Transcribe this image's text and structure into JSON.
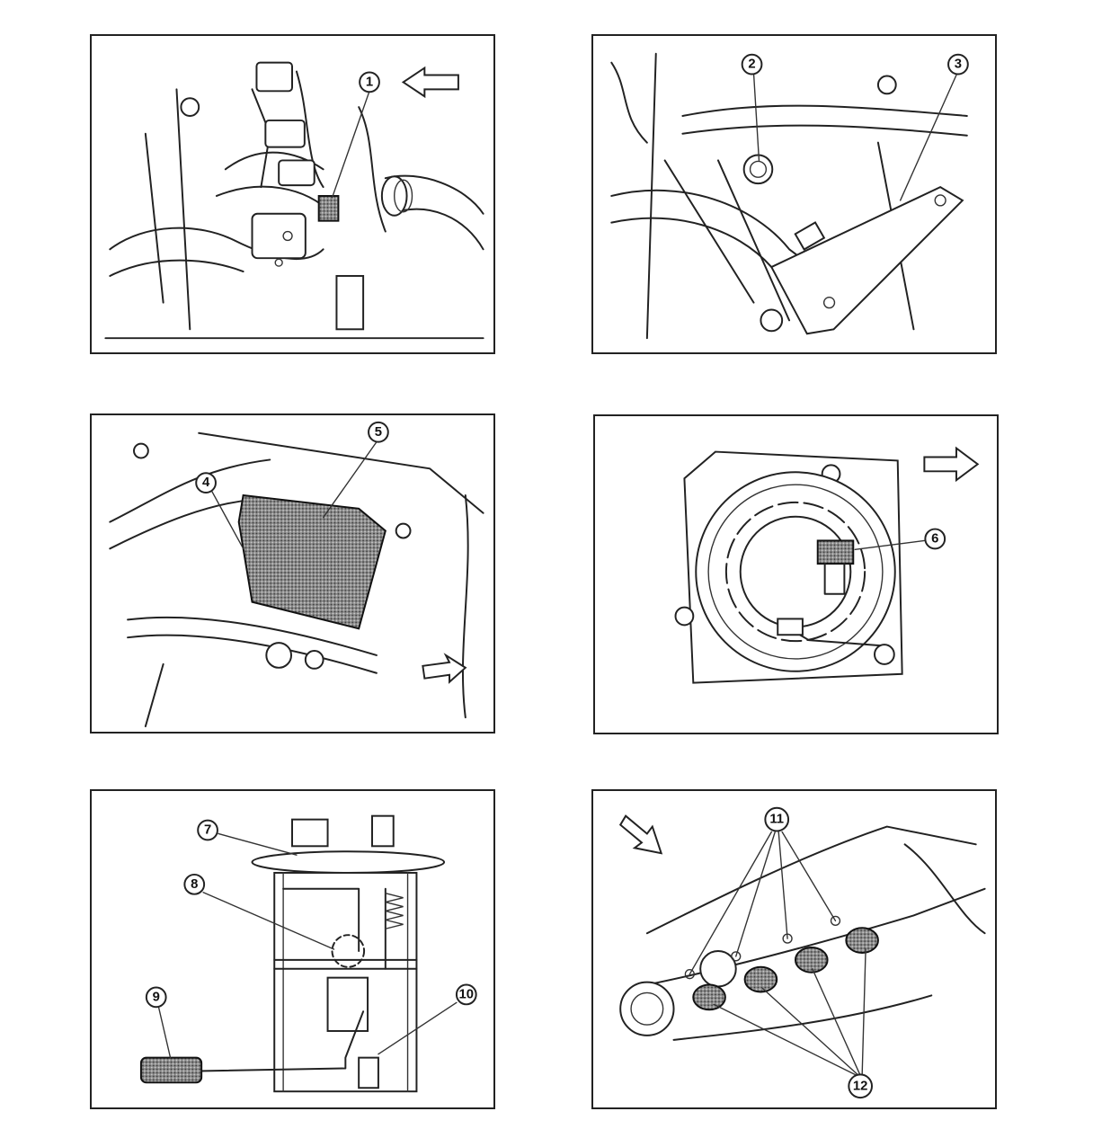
{
  "panels": [
    {
      "id": "p1",
      "callouts": [
        "1"
      ]
    },
    {
      "id": "p2",
      "callouts": [
        "2",
        "3"
      ]
    },
    {
      "id": "p3",
      "callouts": [
        "4",
        "5"
      ]
    },
    {
      "id": "p4",
      "callouts": [
        "6"
      ]
    },
    {
      "id": "p5",
      "callouts": [
        "7",
        "8",
        "9",
        "10"
      ]
    },
    {
      "id": "p6",
      "callouts": [
        "11",
        "12"
      ]
    }
  ],
  "icons": [
    "direction-arrow-icon"
  ]
}
